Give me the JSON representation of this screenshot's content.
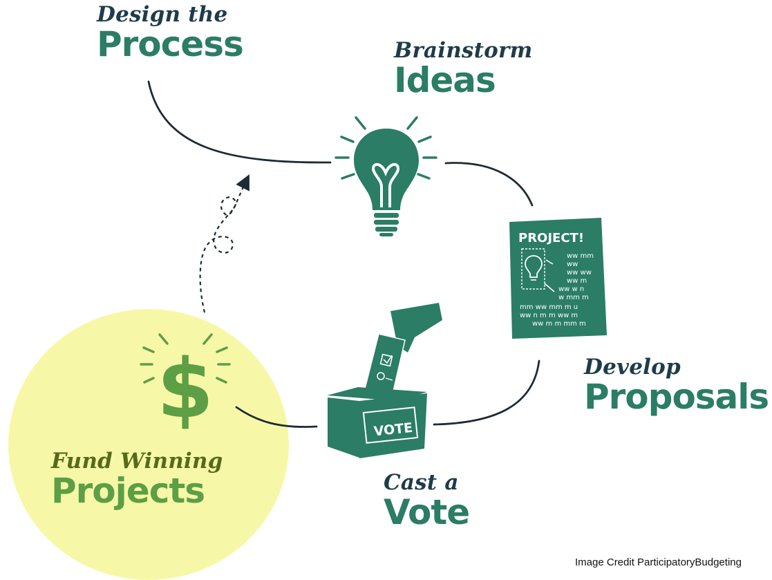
{
  "steps": {
    "design": {
      "sub": "Design the",
      "main": "Process"
    },
    "brainstorm": {
      "sub": "Brainstorm",
      "main": "Ideas"
    },
    "develop": {
      "sub": "Develop",
      "main": "Proposals"
    },
    "vote": {
      "sub": "Cast a",
      "main": "Vote"
    },
    "fund": {
      "sub": "Fund Winning",
      "main": "Projects"
    }
  },
  "poster": {
    "title": "PROJECT!",
    "scribbles": [
      "ww mm",
      "ww",
      "ww ww",
      "ww m",
      "ww w n",
      "w mm m",
      "mm ww mm m u",
      "ww n m m ww m",
      "ww m m mm m"
    ]
  },
  "ballot_box_label": "VOTE",
  "currency_symbol": "$",
  "credit": "Image Credit ParticipatoryBudgeting",
  "colors": {
    "primary_green": "#2b7d65",
    "dark_navy": "#1e3c4a",
    "highlight_yellow": "#f6f7a0",
    "fund_green": "#5c9f45",
    "connector": "#1d2b34"
  },
  "icons": [
    "lightbulb-icon",
    "poster-icon",
    "ballot-box-icon",
    "dollar-icon",
    "dashed-arrow-icon"
  ]
}
